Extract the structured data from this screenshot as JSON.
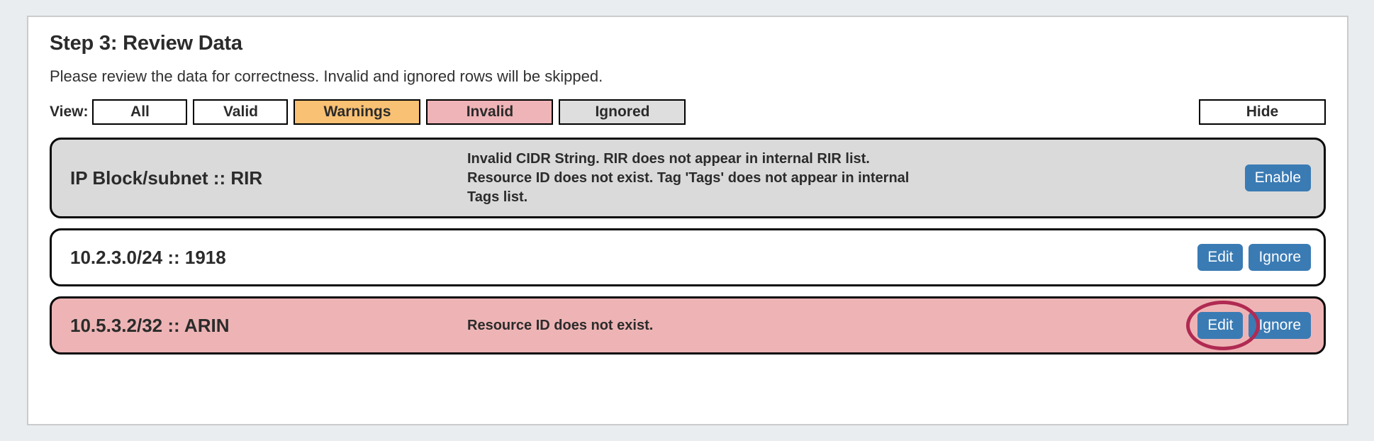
{
  "page": {
    "title": "Step 3: Review Data",
    "description": "Please review the data for correctness. Invalid and ignored rows will be skipped.",
    "background_color": "#eaedef",
    "card_background": "#ffffff",
    "accent_blue": "#3a7bb4",
    "annotation_color": "#b02a52"
  },
  "filter_bar": {
    "view_label": "View:",
    "buttons": [
      {
        "label": "All",
        "color": "#ffffff",
        "state": "inactive"
      },
      {
        "label": "Valid",
        "color": "#ffffff",
        "state": "inactive"
      },
      {
        "label": "Warnings",
        "color": "#f9c173",
        "state": "inactive"
      },
      {
        "label": "Invalid",
        "color": "#efb4b7",
        "state": "inactive"
      },
      {
        "label": "Ignored",
        "color": "#dedede",
        "state": "inactive"
      }
    ],
    "hide_label": "Hide"
  },
  "rows": [
    {
      "title": "IP Block/subnet :: RIR",
      "message": "Invalid CIDR String. RIR does not appear in internal RIR list. Resource ID does not exist. Tag 'Tags' does not appear in internal Tags list.",
      "status": "ignored",
      "background_color": "#dadada",
      "actions": [
        {
          "label": "Enable"
        }
      ]
    },
    {
      "title": "10.2.3.0/24 :: 1918",
      "message": "",
      "status": "valid",
      "background_color": "#ffffff",
      "actions": [
        {
          "label": "Edit"
        },
        {
          "label": "Ignore"
        }
      ]
    },
    {
      "title": "10.5.3.2/32 :: ARIN",
      "message": "Resource ID does not exist.",
      "status": "invalid",
      "background_color": "#eeb4b5",
      "actions": [
        {
          "label": "Edit",
          "annotated": true
        },
        {
          "label": "Ignore"
        }
      ]
    }
  ]
}
